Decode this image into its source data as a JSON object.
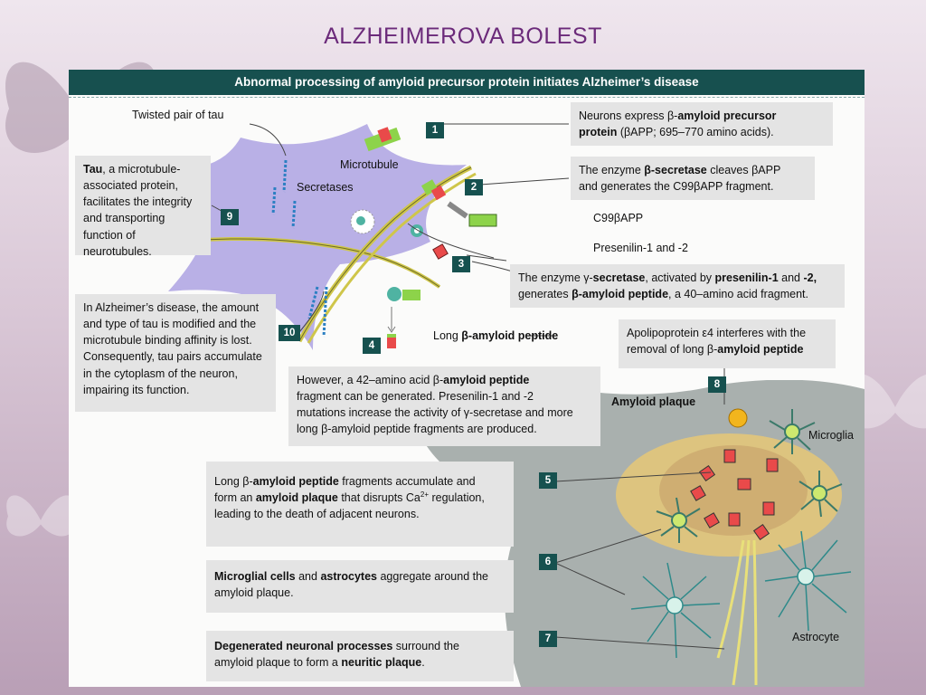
{
  "slide_title": "ALZHEIMEROVA BOLEST",
  "figure_title": "Abnormal processing of amyloid precursor protein initiates Alzheimer’s disease",
  "labels": {
    "twisted_tau": "Twisted pair of tau",
    "microtubule": "Microtubule",
    "secretases": "Secretases",
    "c99": "C99βAPP",
    "presenilin": "Presenilin-1 and -2",
    "long_peptide_pre": "Long ",
    "long_peptide_bold": "β-amyloid peptide",
    "amyloid_plaque": "Amyloid plaque",
    "microglia": "Microglia",
    "astrocyte": "Astrocyte"
  },
  "steps": [
    {
      "n": "1"
    },
    {
      "n": "2"
    },
    {
      "n": "3"
    },
    {
      "n": "4"
    },
    {
      "n": "5"
    },
    {
      "n": "6"
    },
    {
      "n": "7"
    },
    {
      "n": "8"
    },
    {
      "n": "9"
    },
    {
      "n": "10"
    }
  ],
  "callouts": {
    "s1": {
      "a": "Neurons express β-",
      "b": "amyloid precursor",
      "c": "protein",
      "d": " (βAPP; 695–770 amino acids)."
    },
    "s2": {
      "a": "The enzyme ",
      "b": "β-secretase",
      "c": " cleaves βAPP",
      "d": "and generates the C99βAPP fragment."
    },
    "s3": {
      "a": "The enzyme γ-",
      "b": "secretase",
      "c": ", activated by ",
      "d": "presenilin-1",
      "e": " and ",
      "f": "-2,",
      "g": "generates ",
      "h": "β-amyloid peptide",
      "i": ", a 40–amino acid fragment."
    },
    "s4": {
      "a": "However, a 42–amino acid β-",
      "b": "amyloid peptide",
      "c": "fragment can be generated.  Presenilin-1 and -2",
      "d": "mutations increase the activity of γ-secretase and more",
      "e": "long β-amyloid peptide fragments are produced."
    },
    "s5": {
      "a": "Long β-",
      "b": "amyloid peptide",
      "c": " fragments accumulate and",
      "d": "form an ",
      "e": "amyloid plaque",
      "f": " that disrupts Ca",
      "g": "2+",
      "h": " regulation,",
      "i": "leading to the death of adjacent neurons."
    },
    "s6": {
      "a": "Microglial cells",
      "b": " and ",
      "c": "astrocytes",
      "d": " aggregate around the",
      "e": "amyloid plaque."
    },
    "s7": {
      "a": "Degenerated neuronal processes",
      "b": " surround the",
      "c": "amyloid plaque to form a ",
      "d": "neuritic plaque",
      "e": "."
    },
    "s8": {
      "a": "Apolipoprotein ε4 interferes with the",
      "b": "removal of long β-",
      "c": "amyloid peptide"
    },
    "s9": {
      "a": "Tau",
      "b": ", a microtubule-",
      "c": "associated protein,",
      "d": "facilitates the integrity",
      "e": "and transporting",
      "f": "function of neurotubules."
    },
    "s10": {
      "a": "In Alzheimer’s disease, the amount",
      "b": "and type of tau is modified and the",
      "c": "microtubule binding affinity is lost.",
      "d": "Consequently,  tau pairs accumulate",
      "e": "in the cytoplasm of the neuron,",
      "f": "impairing its function."
    }
  },
  "colors": {
    "header": "#17504f",
    "badge": "#16514f",
    "neuron": "#b9b0e6",
    "fragment_green": "#8dd34a",
    "fragment_red": "#e94a4a",
    "plaque": "#e6c877",
    "tissue": "#a9b0ae",
    "title": "#6b2a7a"
  }
}
